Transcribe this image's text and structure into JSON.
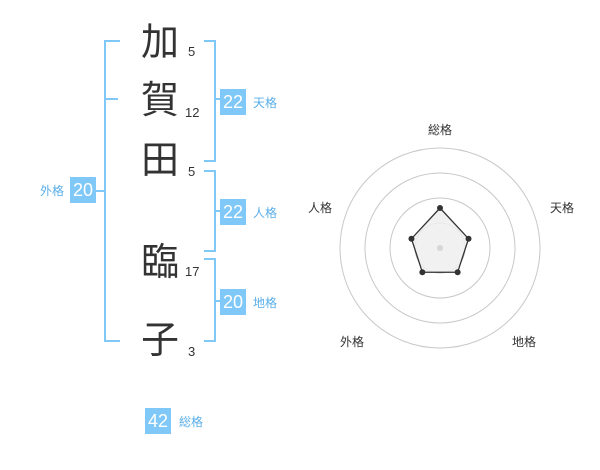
{
  "name_chars": [
    {
      "char": "加",
      "strokes": "5"
    },
    {
      "char": "賀",
      "strokes": "12"
    },
    {
      "char": "田",
      "strokes": "5"
    },
    {
      "char": "臨",
      "strokes": "17"
    },
    {
      "char": "子",
      "strokes": "3"
    }
  ],
  "kakusu": {
    "tenkaku": {
      "value": "22",
      "label": "天格"
    },
    "jinkaku": {
      "value": "22",
      "label": "人格"
    },
    "chikaku": {
      "value": "20",
      "label": "地格"
    },
    "gaikaku": {
      "value": "20",
      "label": "外格"
    },
    "soukaku": {
      "value": "42",
      "label": "総格"
    }
  },
  "colors": {
    "accent": "#7fc8f8",
    "accent_text": "#5aaee8",
    "text": "#333333"
  },
  "chart_data": {
    "type": "radar",
    "axes": [
      "総格",
      "天格",
      "地格",
      "外格",
      "人格"
    ],
    "values": [
      0.4,
      0.3,
      0.3,
      0.3,
      0.3
    ],
    "rings": 4,
    "grid": true
  }
}
